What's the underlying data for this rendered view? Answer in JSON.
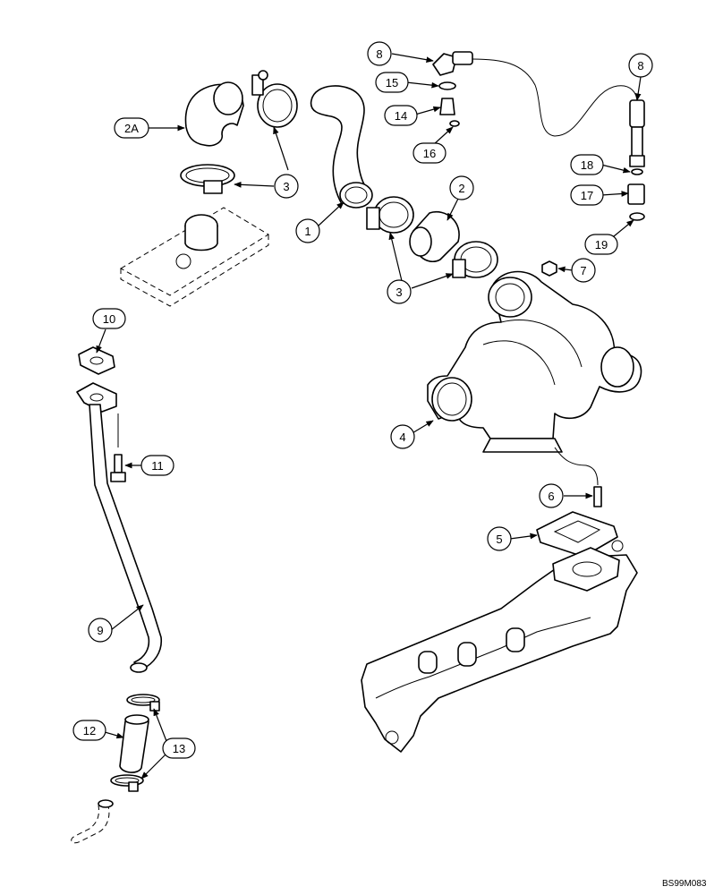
{
  "callouts": {
    "c1": "1",
    "c2": "2",
    "c2a": "2A",
    "c3a": "3",
    "c3b": "3",
    "c4": "4",
    "c5": "5",
    "c6": "6",
    "c7": "7",
    "c8a": "8",
    "c8b": "8",
    "c9": "9",
    "c10": "10",
    "c11": "11",
    "c12": "12",
    "c13": "13",
    "c14": "14",
    "c15": "15",
    "c16": "16",
    "c17": "17",
    "c18": "18",
    "c19": "19"
  },
  "drawing_code": "BS99M083"
}
